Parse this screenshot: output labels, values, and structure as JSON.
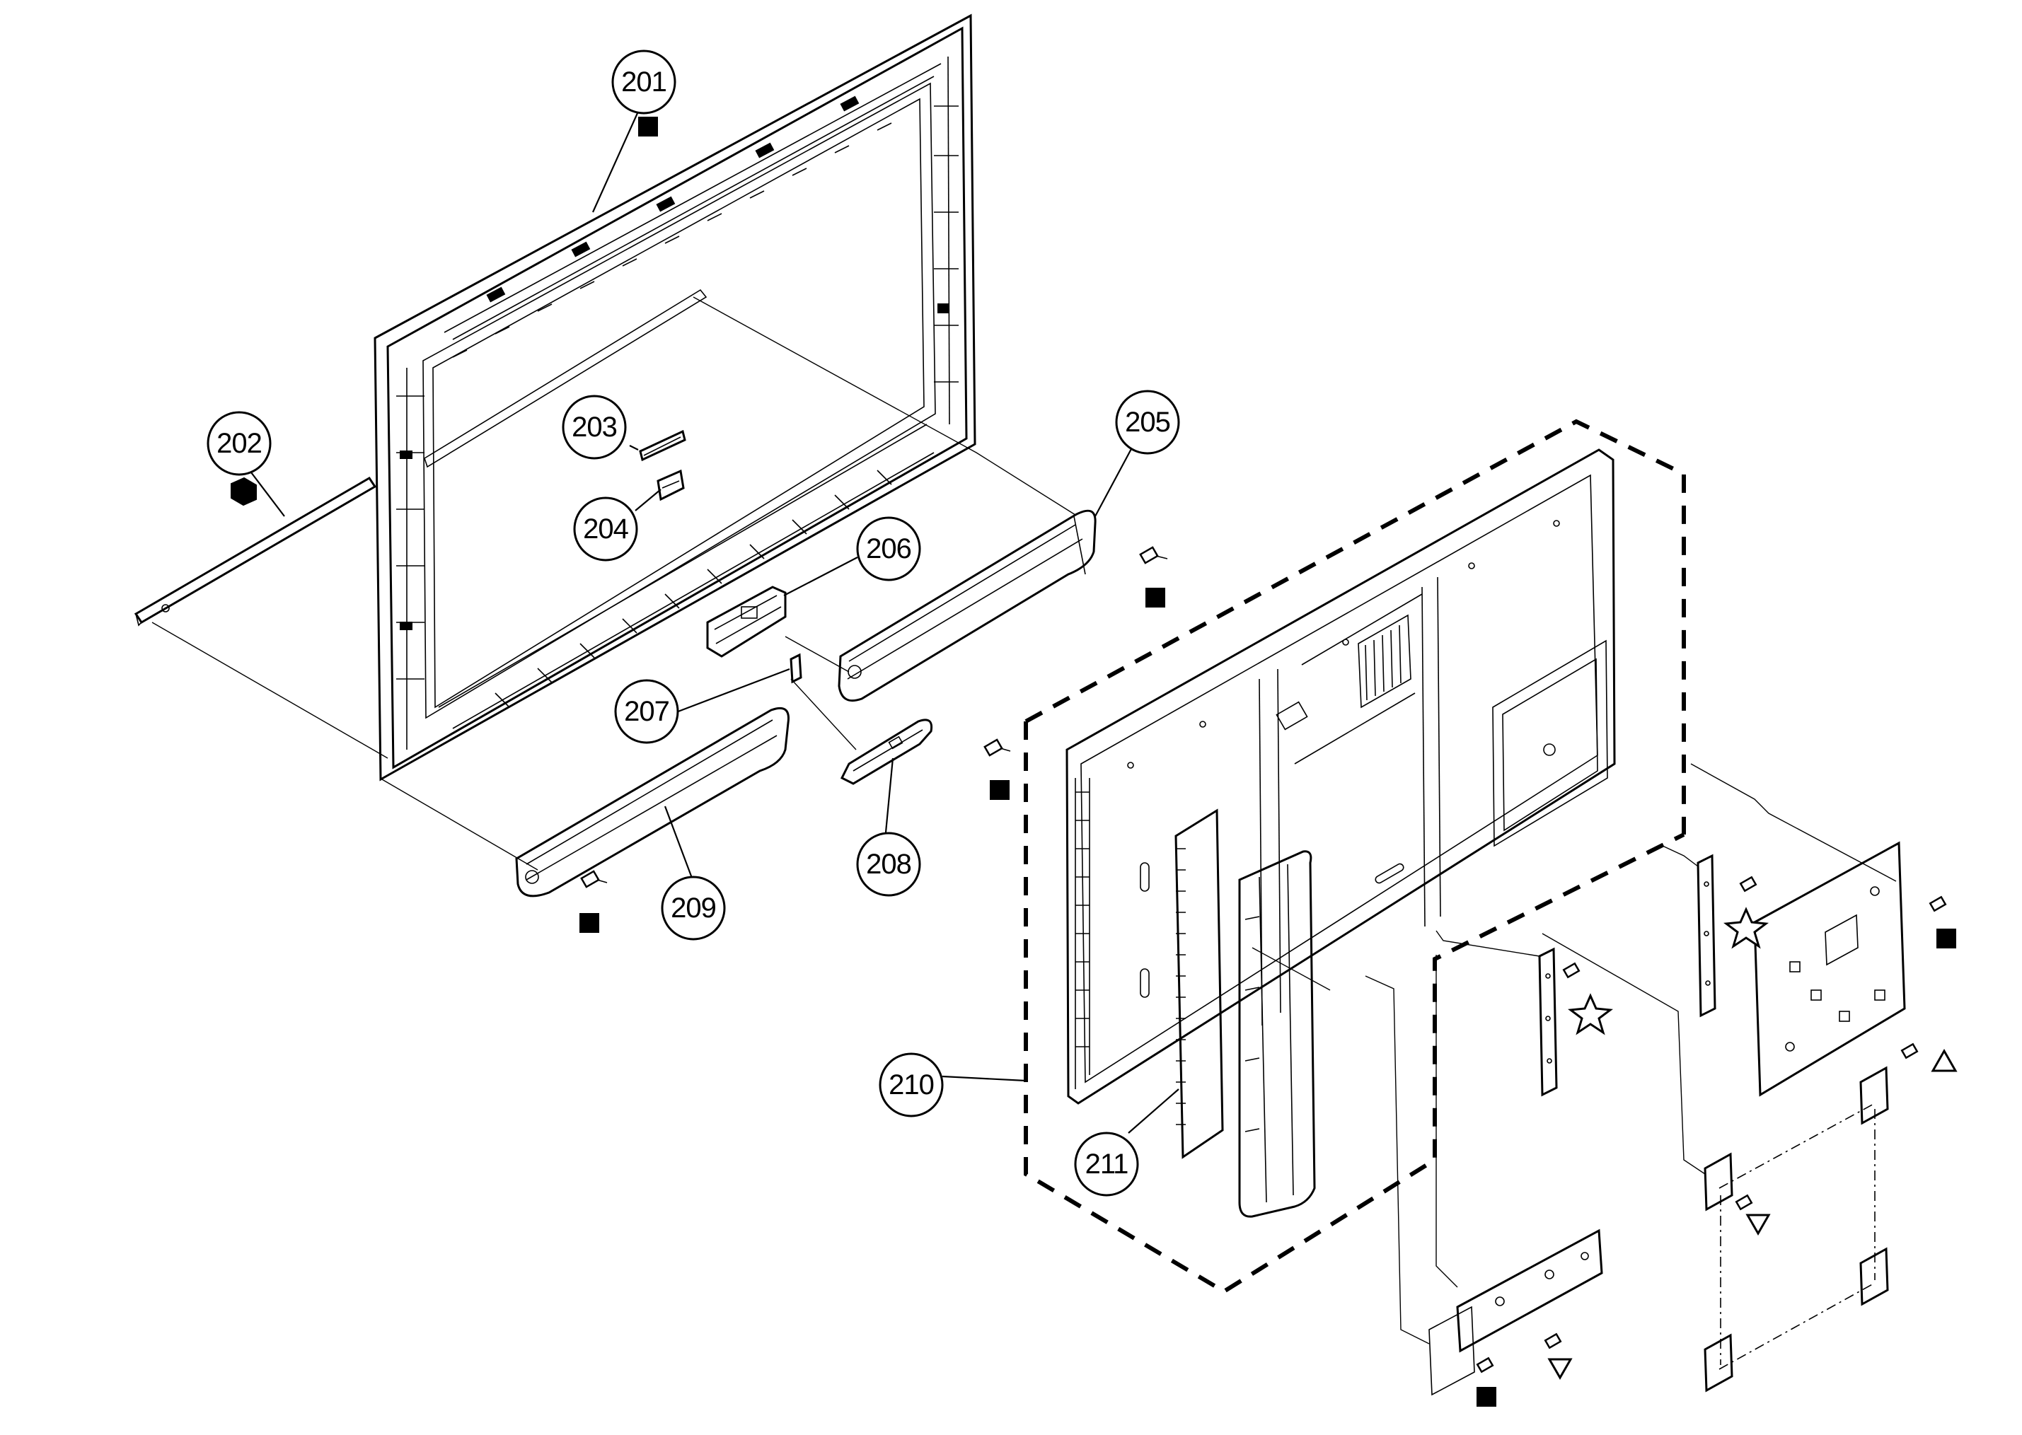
{
  "callouts": [
    {
      "id": "201",
      "label": "201"
    },
    {
      "id": "202",
      "label": "202"
    },
    {
      "id": "203",
      "label": "203"
    },
    {
      "id": "204",
      "label": "204"
    },
    {
      "id": "205",
      "label": "205"
    },
    {
      "id": "206",
      "label": "206"
    },
    {
      "id": "207",
      "label": "207"
    },
    {
      "id": "208",
      "label": "208"
    },
    {
      "id": "209",
      "label": "209"
    },
    {
      "id": "210",
      "label": "210"
    },
    {
      "id": "211",
      "label": "211"
    }
  ],
  "markers": {
    "square": "square-marker",
    "hexagon": "hexagon-marker",
    "star": "star-marker",
    "triangle_up": "triangle-up-marker",
    "triangle_down": "triangle-down-marker"
  },
  "colors": {
    "line": "#000000",
    "background": "#ffffff"
  }
}
